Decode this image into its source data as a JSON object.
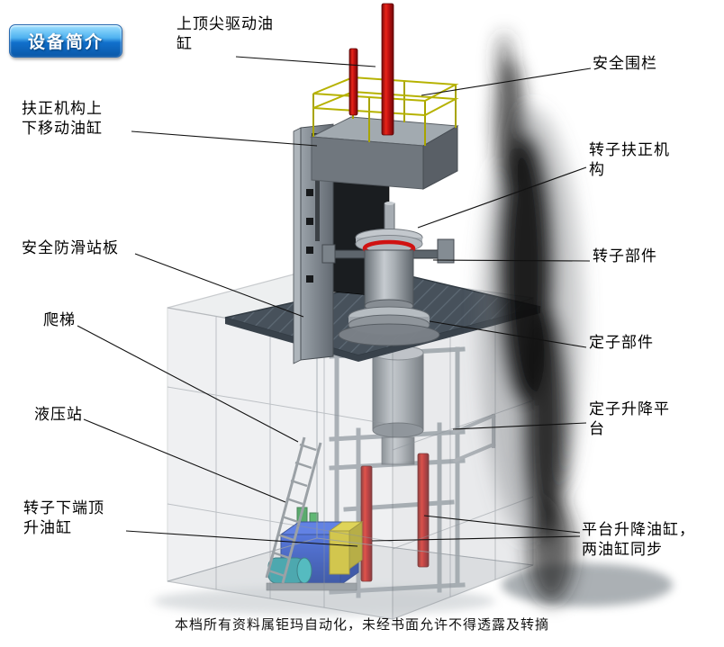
{
  "badge": {
    "label": "设备简介"
  },
  "callouts": [
    {
      "name": "top-spindle-drive-cylinder",
      "text": "上顶尖驱动油\n缸"
    },
    {
      "name": "safety-fence",
      "text": "安全围栏"
    },
    {
      "name": "centering-lift-cylinder",
      "text": "扶正机构上\n下移动油缸"
    },
    {
      "name": "rotor-centering-mechanism",
      "text": "转子扶正机\n构"
    },
    {
      "name": "anti-slip-platform",
      "text": "安全防滑站板"
    },
    {
      "name": "rotor-component",
      "text": "转子部件"
    },
    {
      "name": "ladder",
      "text": "爬梯"
    },
    {
      "name": "stator-component",
      "text": "定子部件"
    },
    {
      "name": "hydraulic-station",
      "text": "液压站"
    },
    {
      "name": "stator-lift-platform",
      "text": "定子升降平\n台"
    },
    {
      "name": "rotor-bottom-jack-cylinder",
      "text": "转子下端顶\n升油缸"
    },
    {
      "name": "platform-lift-cylinders",
      "text": "平台升降油缸，\n两油缸同步"
    }
  ],
  "footer": {
    "disclaimer": "本档所有资料属钜玛自动化，未经书面允许不得透露及转摘"
  },
  "colors": {
    "badge_blue": "#1170cc",
    "cylinder_red": "#cc1111",
    "railing_yellow": "#b6b200",
    "hydraulic_blue": "#1a46c8",
    "platform_gray": "#4a545e"
  }
}
